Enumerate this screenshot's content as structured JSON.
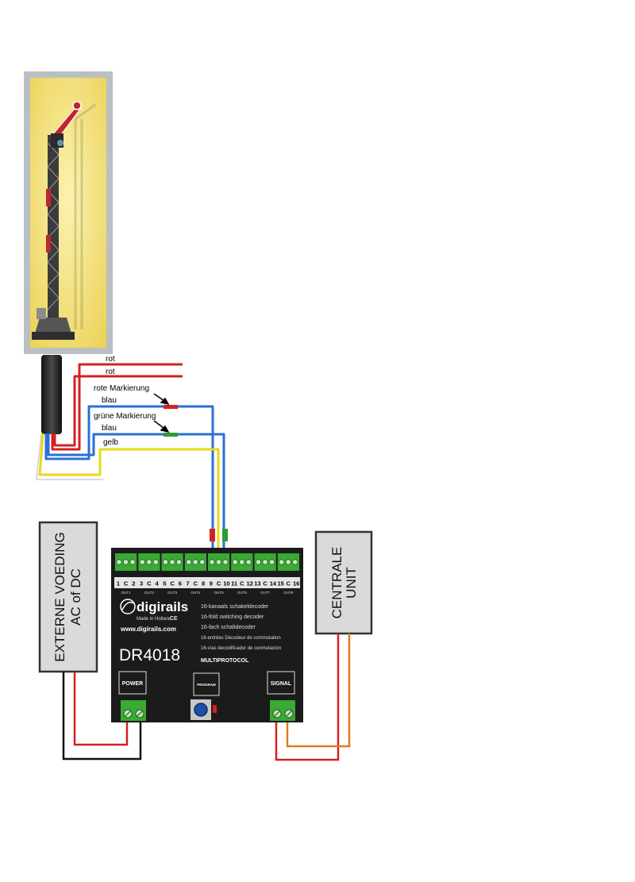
{
  "signal_wires": {
    "rot_1": "rot",
    "rot_2": "rot",
    "rote_markierung": "rote Markierung",
    "blau_1": "blau",
    "gruene_markierung": "grüne Markierung",
    "blau_2": "blau",
    "gelb": "gelb"
  },
  "power_box": {
    "line1": "EXTERNE VOEDING",
    "line2": "AC of DC"
  },
  "central_box": {
    "line1": "CENTRALE",
    "line2": "UNIT"
  },
  "decoder": {
    "terminals": [
      "1",
      "C",
      "2",
      "3",
      "C",
      "4",
      "5",
      "C",
      "6",
      "7",
      "C",
      "8",
      "9",
      "C",
      "10",
      "11",
      "C",
      "12",
      "13",
      "C",
      "14",
      "15",
      "C",
      "16"
    ],
    "outputs": [
      "OUT1",
      "OUT2",
      "OUT3",
      "OUT4",
      "OUT5",
      "OUT6",
      "OUT7",
      "OUT8"
    ],
    "brand": "digirails",
    "made_in": "Made in Holland",
    "ce": "CE",
    "website": "www.digirails.com",
    "desc": [
      "16-kanaals schakeldecoder",
      "16-fold switching decoder",
      "16-fach schaltdecoder",
      "16-entrées Décodeur de commutation",
      "16-vías decodificador de conmutación"
    ],
    "model": "DR4018",
    "protocol": "MULTIPROTOCOL",
    "power_label": "POWER",
    "program_label": "PROGRAM",
    "signal_label": "SIGNAL"
  },
  "colors": {
    "red_wire": "#d42020",
    "blue_wire": "#2a6fd6",
    "yellow_wire": "#e8d81a",
    "decoder_body": "#1b1b1b",
    "terminal_green": "#3aa935",
    "signal_bg": "#f3e27a"
  }
}
